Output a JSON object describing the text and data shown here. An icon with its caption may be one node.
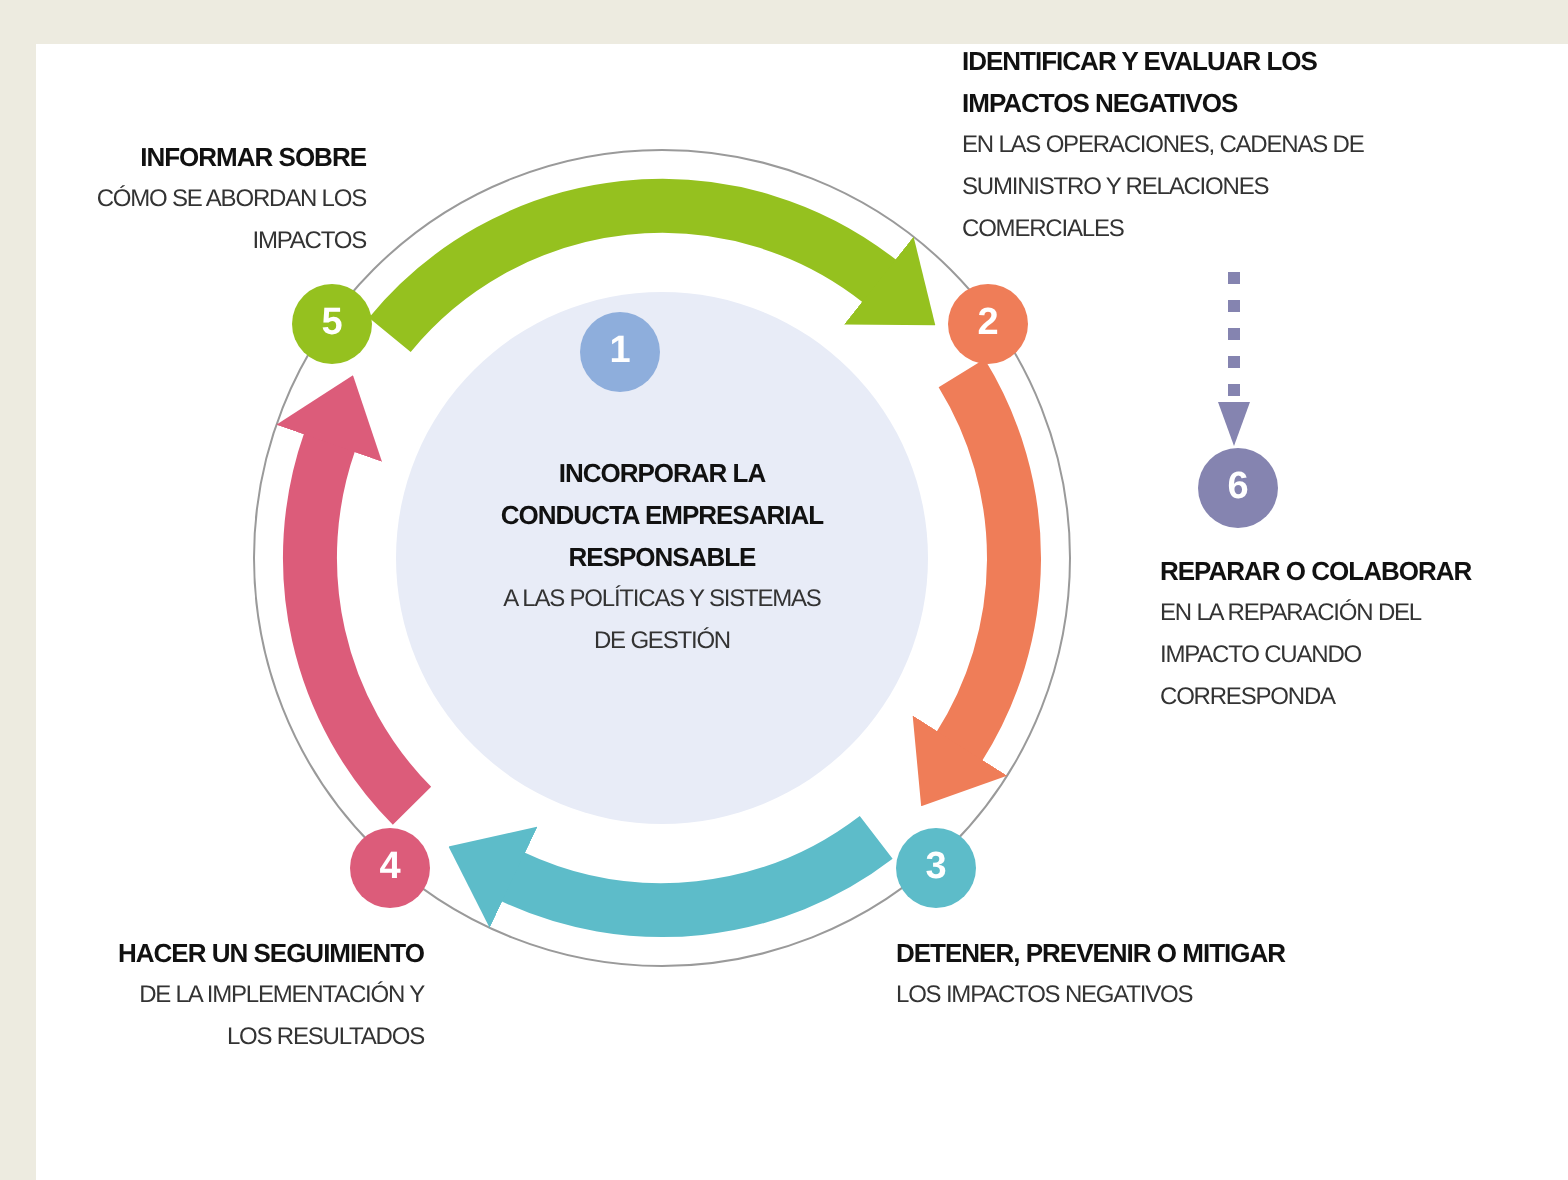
{
  "diagram": {
    "nodes": [
      {
        "text": [
          "INCORPORAR LA CONDUCTA EMPRESARIAL RESPONSABLE",
          "A LAS POLÍTICAS Y SISTEMAS DE GESTIÓN"
        ]
      },
      {
        "text": [
          "1"
        ],
        "in": 0
      },
      {
        "text": [
          "2"
        ],
        "beside": [
          "IDENTIFICAR Y EVALUAR LOS IMPACTOS NEGATIVOS",
          "EN LAS OPERACIONES, CADENAS DE SUMINISTRO Y RELACIONES COMERCIALES"
        ]
      },
      {
        "text": [
          "3"
        ],
        "beside": [
          "DETENER, PREVENIR O MITIGAR",
          "LOS IMPACTOS NEGATIVOS"
        ]
      },
      {
        "text": [
          "4"
        ],
        "beside": [
          "HACER UN SEGUIMIENTO",
          "DE LA IMPLEMENTACIÓN Y LOS RESULTADOS"
        ]
      },
      {
        "text": [
          "5"
        ],
        "beside": [
          "INFORMAR SOBRE",
          "CÓMO SE ABORDAN LOS IMPACTOS"
        ]
      },
      {
        "text": [
          "6"
        ],
        "beside": [
          "REPARAR O COLABORAR",
          "EN LA REPARACIÓN DEL IMPACTO CUANDO CORRESPONDA"
        ]
      }
    ],
    "edges": [
      {
        "from": 5,
        "to": 2,
        "arrow": "to",
        "color": "#95c11f"
      },
      {
        "from": 2,
        "to": 3,
        "arrow": "to",
        "color": "#ef7d58"
      },
      {
        "from": 3,
        "to": 4,
        "arrow": "to",
        "color": "#5dbcc9"
      },
      {
        "from": 4,
        "to": 5,
        "arrow": "to",
        "color": "#dc5c7a"
      },
      {
        "from": 2,
        "to": 6,
        "arrow": "to",
        "style": "dashed",
        "color": "#8584b0"
      }
    ]
  }
}
